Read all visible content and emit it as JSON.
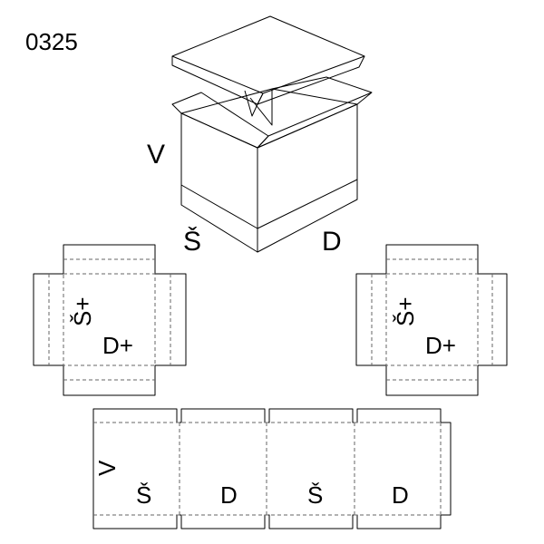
{
  "model_code": "0325",
  "box_labels": {
    "height": "V",
    "width": "Š",
    "length": "D"
  },
  "lid_left_labels": {
    "width_plus": "Š+",
    "length_plus": "D+"
  },
  "lid_right_labels": {
    "width_plus": "Š+",
    "length_plus": "D+"
  },
  "body_labels": {
    "height": "V",
    "panel_1": "Š",
    "panel_2": "D",
    "panel_3": "Š",
    "panel_4": "D"
  }
}
